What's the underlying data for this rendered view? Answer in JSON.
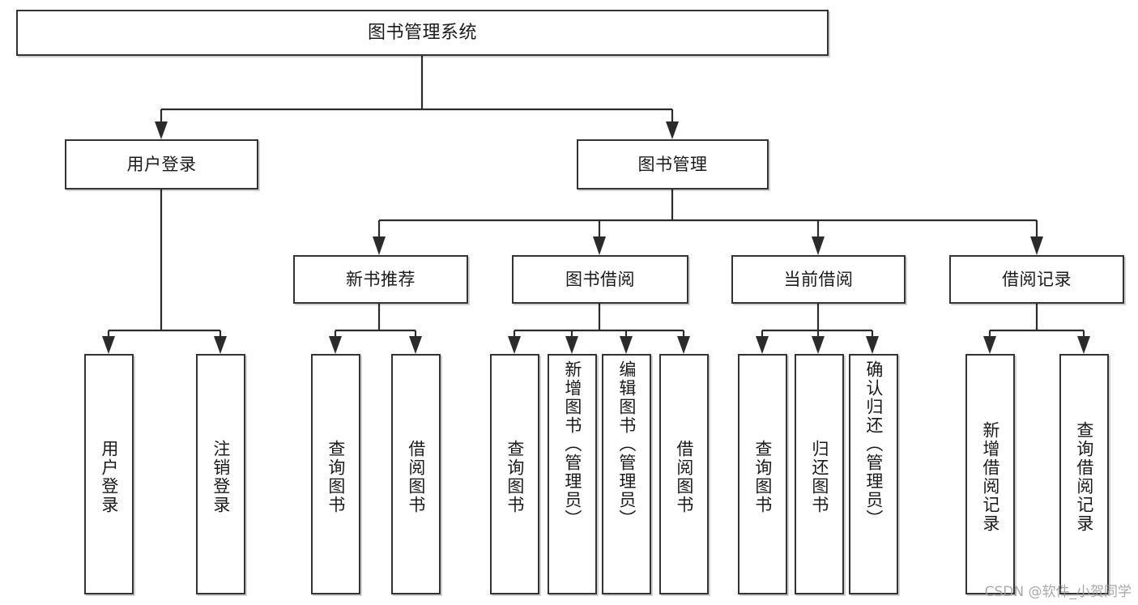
{
  "diagram": {
    "type": "tree",
    "title": "图书管理系统",
    "watermark": "CSDN @软件_小贺同学",
    "nodes": {
      "root": {
        "label": "图书管理系统"
      },
      "level2": [
        {
          "id": "user-login",
          "label": "用户登录"
        },
        {
          "id": "book-management",
          "label": "图书管理"
        }
      ],
      "level3": [
        {
          "id": "new-book-recommend",
          "label": "新书推荐"
        },
        {
          "id": "book-borrow",
          "label": "图书借阅"
        },
        {
          "id": "current-borrow",
          "label": "当前借阅"
        },
        {
          "id": "borrow-record",
          "label": "借阅记录"
        }
      ],
      "leaves": {
        "user_login": [
          {
            "id": "leaf-user-login",
            "label": "用户登录"
          },
          {
            "id": "leaf-logout-login",
            "label": "注销登录"
          }
        ],
        "new_book_recommend": [
          {
            "id": "leaf-query-book-1",
            "label": "查询图书"
          },
          {
            "id": "leaf-borrow-book-1",
            "label": "借阅图书"
          }
        ],
        "book_borrow": [
          {
            "id": "leaf-query-book-2",
            "label": "查询图书"
          },
          {
            "id": "leaf-add-book",
            "label": "新增图书（管理员）"
          },
          {
            "id": "leaf-edit-book",
            "label": "编辑图书（管理员）"
          },
          {
            "id": "leaf-borrow-book-2",
            "label": "借阅图书"
          }
        ],
        "current_borrow": [
          {
            "id": "leaf-query-book-3",
            "label": "查询图书"
          },
          {
            "id": "leaf-return-book",
            "label": "归还图书"
          },
          {
            "id": "leaf-confirm-return",
            "label": "确认归还（管理员）"
          }
        ],
        "borrow_record": [
          {
            "id": "leaf-add-record",
            "label": "新增借阅记录"
          },
          {
            "id": "leaf-query-record",
            "label": "查询借阅记录"
          }
        ]
      }
    },
    "colors": {
      "box_border": "#333333",
      "edge": "#2b2b2b",
      "background": "#ffffff",
      "watermark": "#9a9a9a"
    }
  }
}
